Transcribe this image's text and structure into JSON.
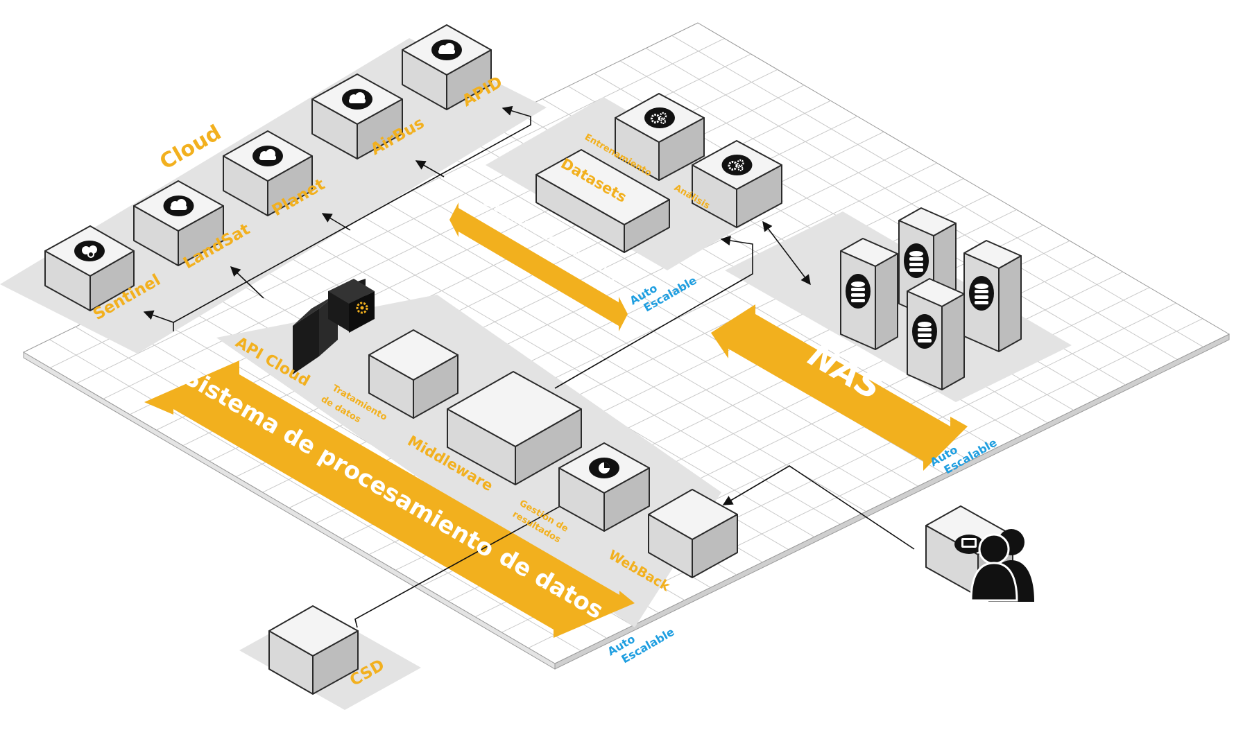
{
  "cloud": {
    "title": "Cloud",
    "providers": [
      "Sentinel",
      "LandSat",
      "Planet",
      "AirBus",
      "APID"
    ]
  },
  "deep_learning": {
    "title": "Sistema Deep Learning",
    "datasets": "Datasets",
    "training": "Entrenamiento",
    "analysis": "Análisis",
    "auto_line1": "Auto",
    "auto_line2": "Escalable"
  },
  "nas": {
    "title": "NAS",
    "auto_line1": "Auto",
    "auto_line2": "Escalable"
  },
  "processing": {
    "title_part1": "Sistema de procesamiento",
    "title_part2": "de datos",
    "api_cloud": "API Cloud",
    "treatment_line1": "Tratamiento",
    "treatment_line2": "de datos",
    "middleware": "Middleware",
    "results_line1": "Gestión de",
    "results_line2": "resultados",
    "webback": "WebBack",
    "auto_line1": "Auto",
    "auto_line2": "Escalable"
  },
  "csd": {
    "label": "CSD"
  },
  "colors": {
    "accent": "#f2b01e",
    "auto_blue": "#1e9ee0",
    "box_top": "#f4f4f4",
    "box_left": "#d9d9d9",
    "box_right": "#bdbdbd",
    "zone": "#e3e3e3"
  }
}
